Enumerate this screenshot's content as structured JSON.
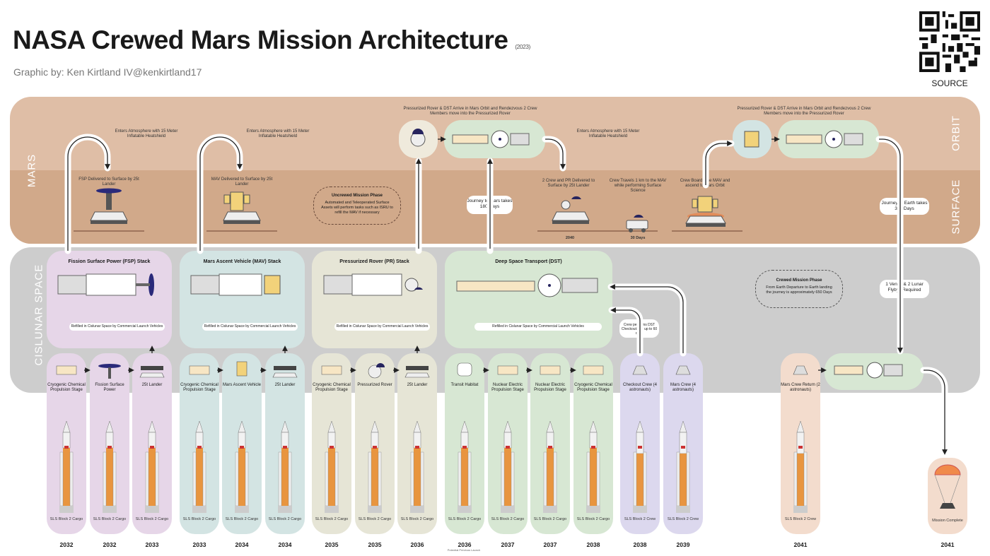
{
  "header": {
    "title": "NASA Crewed Mars Mission Architecture",
    "year": "(2023)",
    "credit": "Graphic by: Ken Kirtland IV@kenkirtland17",
    "source": "SOURCE"
  },
  "regions": {
    "mars": "MARS",
    "orbit": "ORBIT",
    "surface": "SURFACE",
    "cislunar": "CISLUNAR SPACE"
  },
  "stacks": [
    {
      "title": "Fission Surface Power (FSP) Stack",
      "note": "Refilled in Cislunar Space by Commercial Launch Vehicles",
      "color": "#e6d6e8"
    },
    {
      "title": "Mars Ascent Vehicle (MAV) Stack",
      "note": "Refilled in Cislunar Space by Commercial Launch Vehicles",
      "color": "#d3e4e3"
    },
    {
      "title": "Pressurized Rover (PR) Stack",
      "note": "Refilled in Cislunar Space by Commercial Launch Vehicles",
      "color": "#e6e5d6"
    },
    {
      "title": "Deep Space Transport (DST)",
      "note": "Refilled in Cislunar Space by Commercial Launch Vehicles",
      "color": "#d7e7d3"
    }
  ],
  "columns": [
    {
      "label": "Cryogenic Chemical Propulsion Stage",
      "launch": "SLS Block 2 Cargo",
      "year": "2032",
      "color": "#e6d6e8"
    },
    {
      "label": "Fission Surface Power",
      "launch": "SLS Block 2 Cargo",
      "year": "2032",
      "color": "#e6d6e8"
    },
    {
      "label": "25t Lander",
      "launch": "SLS Block 2 Cargo",
      "year": "2033",
      "color": "#e6d6e8"
    },
    {
      "label": "Cryogenic Chemical Propulsion Stage",
      "launch": "SLS Block 2 Cargo",
      "year": "2033",
      "color": "#d3e4e3"
    },
    {
      "label": "Mars Ascent Vehicle",
      "launch": "SLS Block 2 Cargo",
      "year": "2034",
      "color": "#d3e4e3"
    },
    {
      "label": "25t Lander",
      "launch": "SLS Block 2 Cargo",
      "year": "2034",
      "color": "#d3e4e3"
    },
    {
      "label": "Cryogenic Chemical Propulsion Stage",
      "launch": "SLS Block 2 Cargo",
      "year": "2035",
      "color": "#e6e5d6"
    },
    {
      "label": "Pressurized Rover",
      "launch": "SLS Block 2 Cargo",
      "year": "2035",
      "color": "#e6e5d6"
    },
    {
      "label": "25t Lander",
      "launch": "SLS Block 2 Cargo",
      "year": "2036",
      "color": "#e6e5d6"
    },
    {
      "label": "Transit Habitat",
      "launch": "SLS Block 2 Cargo",
      "year": "2036",
      "color": "#d7e7d3"
    },
    {
      "label": "Nuclear Electric Propulsion Stage",
      "launch": "SLS Block 2 Cargo",
      "year": "2037",
      "color": "#d7e7d3"
    },
    {
      "label": "Nuclear Electric Propulsion Stage",
      "launch": "SLS Block 2 Cargo",
      "year": "2037",
      "color": "#d7e7d3"
    },
    {
      "label": "Cryogenic Chemical Propulsion Stage",
      "launch": "SLS Block 2 Cargo",
      "year": "2038",
      "color": "#d7e7d3"
    },
    {
      "label": "Checkout Crew (4 astronauts)",
      "launch": "SLS Block 2 Crew",
      "year": "2038",
      "color": "#dcd8ee"
    },
    {
      "label": "Mars Crew (4 astronauts)",
      "launch": "SLS Block 2 Crew",
      "year": "2039",
      "color": "#dcd8ee"
    },
    {
      "label": "Mars Crew Return (2 astronauts)",
      "launch": "SLS Block 2 Crew",
      "year": "2041",
      "color": "#f3dccd"
    }
  ],
  "year_footnote": "Potential Previous Launch",
  "mission_complete": {
    "label": "Mission Complete",
    "year": "2041"
  },
  "notes": {
    "fsp_entry": "Enters Atmosphere with 15 Meter Inflatable Heatshield",
    "fsp_delivered": "FSP Delivered to Surface by 25t Lander",
    "mav_entry": "Enters Atmosphere with 15 Meter Inflatable Heatshield",
    "mav_delivered": "MAV Delivered to Surface by 25t Lander",
    "uncrewed_title": "Uncrewed Mission Phase",
    "uncrewed_body": "Automated and Teleoperated Surface Assets will perform tasks such as ISRU to refill the MAV if necessary",
    "rendezvous1": "Pressurized Rover & DST Arrive in Mars Orbit and Rendezvous 2 Crew Members move into the Pressurized Rover",
    "rendezvous2": "Pressurized Rover & DST Arrive in Mars Orbit and Rendezvous 2 Crew Members move into the Pressurized Rover",
    "crew_entry": "Enters Atmosphere with 15 Meter Inflatable Heatshield",
    "crew_delivered": "2 Crew and PR Delivered to Surface by 25t Lander",
    "crew_travels": "Crew Travels 1 km to the MAV while performing Surface Science",
    "crew_boards": "Crew Boards the MAV and ascend to Mars Orbit",
    "journey_mars": "Journey to Mars takes 180 Days",
    "journey_earth": "Journey to Earth takes 350 Days",
    "flybys": "1 Venus & 2 Lunar Flybys Required",
    "crewed_title": "Crewed Mission Phase",
    "crewed_body": "From Earth Departure to Earth landing the journey is approximately 650 Days",
    "checkout": "Crew performs DST Checkouts for up to 60 days",
    "year_2040": "2040",
    "days_30": "30 Days"
  }
}
